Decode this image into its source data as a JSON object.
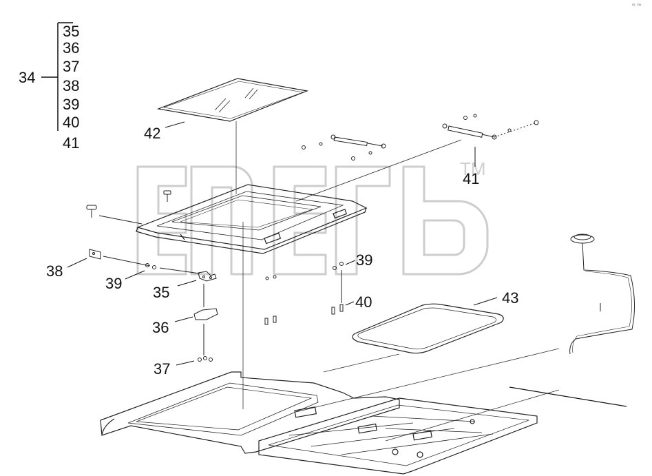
{
  "corner_mark": "ᵈᶜ ᵐᵏ",
  "watermark": {
    "text": "TM"
  },
  "bracket_group": {
    "parent": "34",
    "children": [
      "35",
      "36",
      "37",
      "38",
      "39",
      "40"
    ],
    "extra": "41"
  },
  "callouts": {
    "c42": "42",
    "c41": "41",
    "c38": "38",
    "c39_left": "39",
    "c35": "35",
    "c36": "36",
    "c37": "37",
    "c39_right": "39",
    "c40": "40",
    "c43": "43"
  }
}
